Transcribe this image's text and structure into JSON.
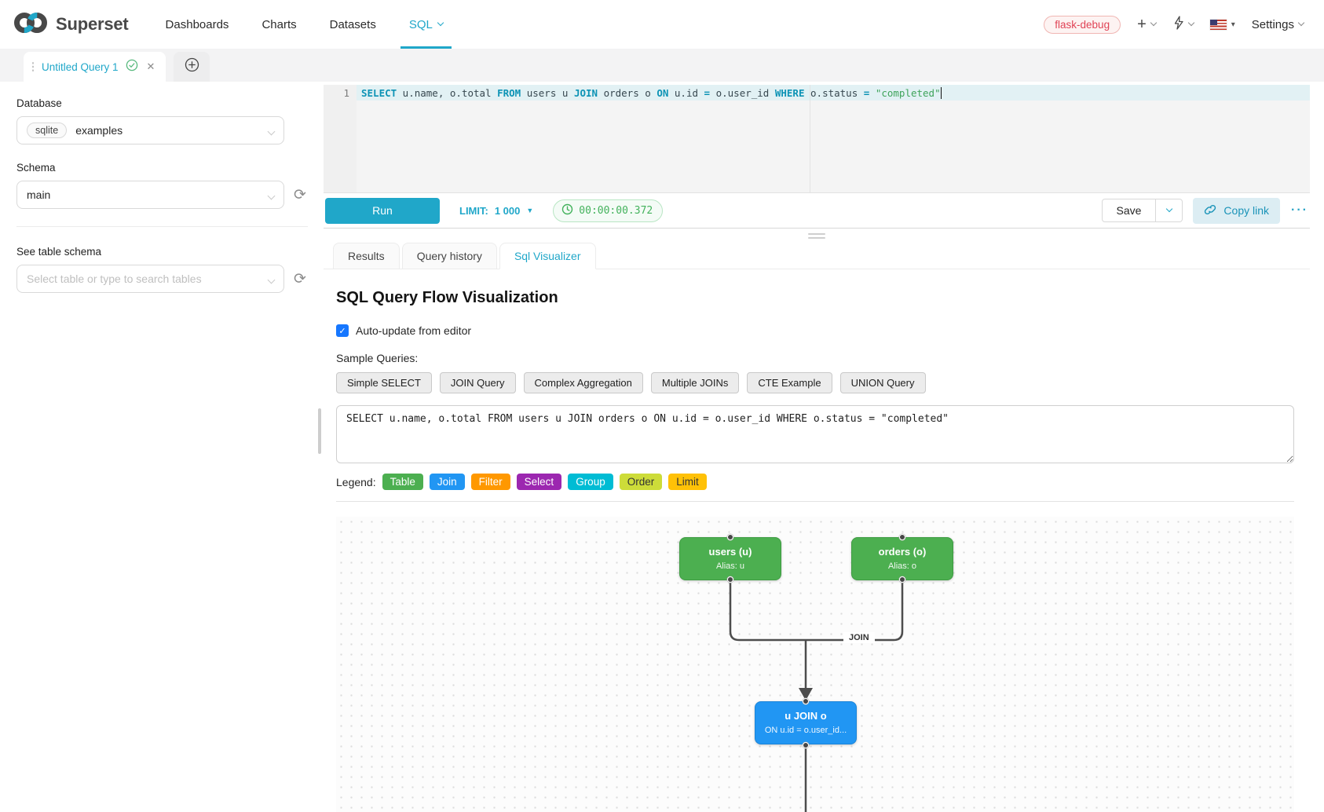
{
  "brand": {
    "name": "Superset"
  },
  "nav": {
    "items": [
      "Dashboards",
      "Charts",
      "Datasets",
      "SQL"
    ],
    "active": "SQL"
  },
  "header_right": {
    "env_badge": "flask-debug",
    "settings_label": "Settings"
  },
  "query_tab": {
    "title": "Untitled Query 1"
  },
  "sidebar": {
    "database_label": "Database",
    "database_engine": "sqlite",
    "database_name": "examples",
    "schema_label": "Schema",
    "schema_value": "main",
    "table_label": "See table schema",
    "table_placeholder": "Select table or type to search tables"
  },
  "editor": {
    "line_number": "1",
    "sql_text": "SELECT u.name, o.total FROM users u JOIN orders o ON u.id = o.user_id WHERE o.status = \"completed\"",
    "tokens": [
      {
        "c": "kw",
        "v": "SELECT"
      },
      {
        "c": "pl",
        "v": " u.name, o.total "
      },
      {
        "c": "kw",
        "v": "FROM"
      },
      {
        "c": "pl",
        "v": " users u "
      },
      {
        "c": "kw",
        "v": "JOIN"
      },
      {
        "c": "pl",
        "v": " orders o "
      },
      {
        "c": "kw",
        "v": "ON"
      },
      {
        "c": "pl",
        "v": " u.id "
      },
      {
        "c": "op",
        "v": "="
      },
      {
        "c": "pl",
        "v": " o.user_id "
      },
      {
        "c": "kw",
        "v": "WHERE"
      },
      {
        "c": "pl",
        "v": " o.status "
      },
      {
        "c": "op",
        "v": "="
      },
      {
        "c": "pl",
        "v": " "
      },
      {
        "c": "str",
        "v": "\"completed\""
      }
    ]
  },
  "toolbar": {
    "run_label": "Run",
    "limit_label": "LIMIT:",
    "limit_value": "1 000",
    "timer": "00:00:00.372",
    "save_label": "Save",
    "copy_link_label": "Copy link",
    "more_label": "···"
  },
  "result_tabs": {
    "items": [
      "Results",
      "Query history",
      "Sql Visualizer"
    ],
    "active": "Sql Visualizer"
  },
  "visualizer": {
    "title": "SQL Query Flow Visualization",
    "auto_update_label": "Auto-update from editor",
    "auto_update_checked": true,
    "check_glyph": "✓",
    "sample_queries_label": "Sample Queries:",
    "sample_buttons": [
      "Simple SELECT",
      "JOIN Query",
      "Complex Aggregation",
      "Multiple JOINs",
      "CTE Example",
      "UNION Query"
    ],
    "sql_text": "SELECT u.name, o.total FROM users u JOIN orders o ON u.id = o.user_id WHERE o.status = \"completed\"",
    "legend_label": "Legend:",
    "legend": [
      {
        "label": "Table",
        "color": "#4caf50",
        "text": "#ffffff"
      },
      {
        "label": "Join",
        "color": "#2196f3",
        "text": "#ffffff"
      },
      {
        "label": "Filter",
        "color": "#ff9800",
        "text": "#ffffff"
      },
      {
        "label": "Select",
        "color": "#9c27b0",
        "text": "#ffffff"
      },
      {
        "label": "Group",
        "color": "#00bcd4",
        "text": "#ffffff"
      },
      {
        "label": "Order",
        "color": "#cddc39",
        "text": "#333333"
      },
      {
        "label": "Limit",
        "color": "#ffc107",
        "text": "#333333"
      }
    ],
    "diagram": {
      "nodes": [
        {
          "id": "users",
          "title": "users (u)",
          "subtitle": "Alias: u",
          "color": "#4caf50"
        },
        {
          "id": "orders",
          "title": "orders (o)",
          "subtitle": "Alias: o",
          "color": "#4caf50"
        },
        {
          "id": "join",
          "title": "u JOIN o",
          "subtitle": "ON u.id = o.user_id...",
          "color": "#2196f3"
        }
      ],
      "edge_label": "JOIN",
      "edge_color": "#4d4d4d"
    }
  },
  "colors": {
    "accent": "#20a7c9",
    "env_badge": "#e04355",
    "timer_green": "#43b25c"
  }
}
